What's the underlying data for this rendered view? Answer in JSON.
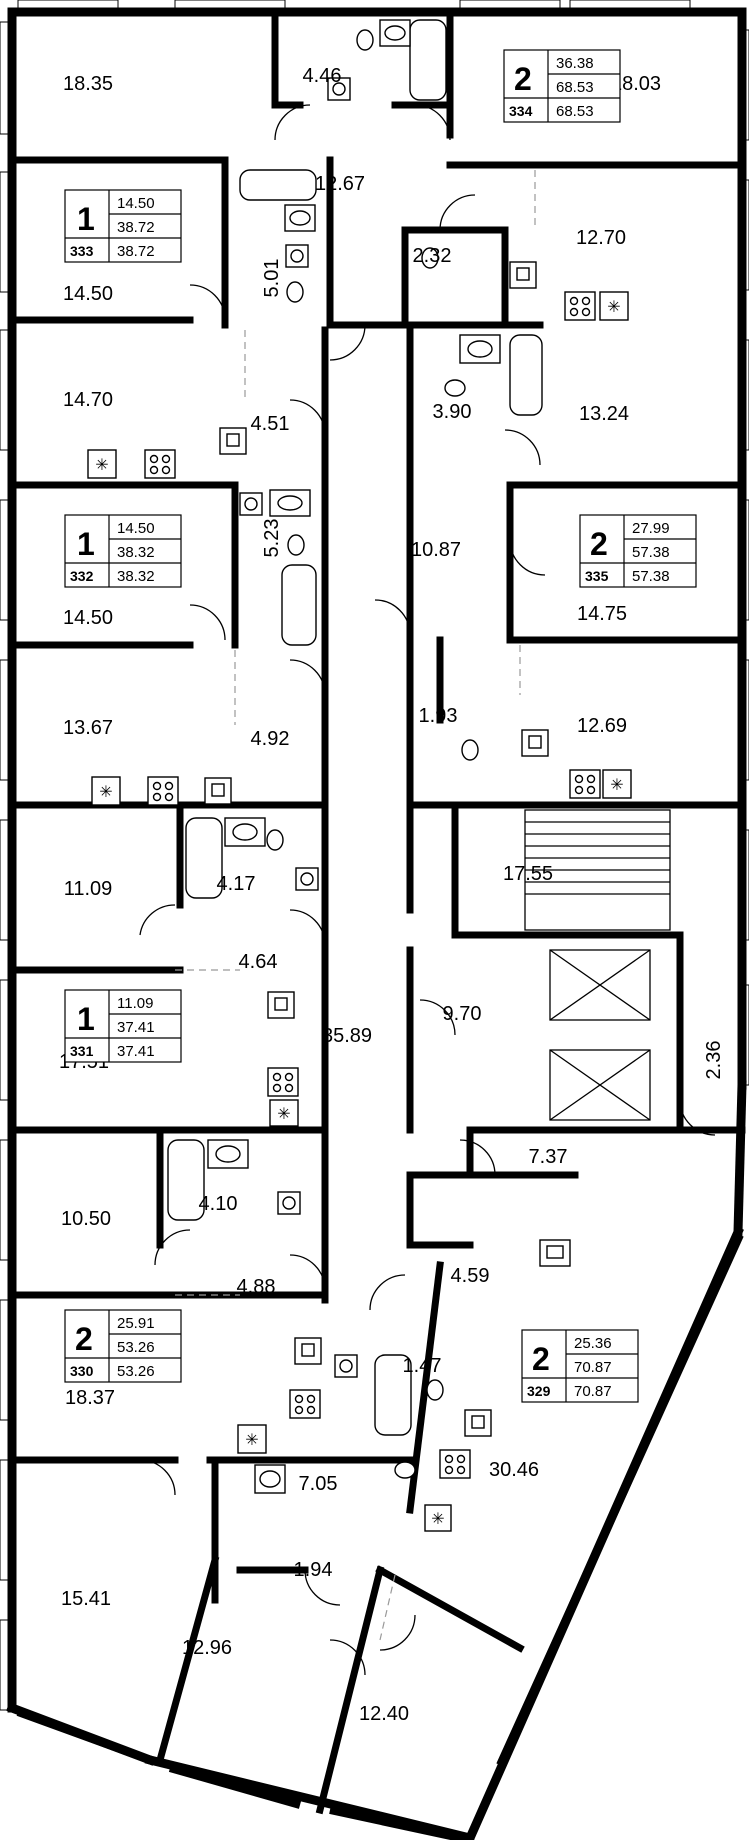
{
  "rooms": [
    {
      "id": "r1",
      "area": "18.35"
    },
    {
      "id": "r2",
      "area": "4.46"
    },
    {
      "id": "r3",
      "area": "18.03"
    },
    {
      "id": "r4",
      "area": "12.67"
    },
    {
      "id": "r5",
      "area": "14.50"
    },
    {
      "id": "r6",
      "area": "5.01"
    },
    {
      "id": "r7",
      "area": "2.32"
    },
    {
      "id": "r8",
      "area": "12.70"
    },
    {
      "id": "r9",
      "area": "14.70"
    },
    {
      "id": "r10",
      "area": "4.51"
    },
    {
      "id": "r11",
      "area": "3.90"
    },
    {
      "id": "r12",
      "area": "13.24"
    },
    {
      "id": "r13",
      "area": "10.87"
    },
    {
      "id": "r14",
      "area": "14.50"
    },
    {
      "id": "r15",
      "area": "5.23"
    },
    {
      "id": "r16",
      "area": "14.75"
    },
    {
      "id": "r17",
      "area": "13.67"
    },
    {
      "id": "r18",
      "area": "4.92"
    },
    {
      "id": "r19",
      "area": "1.93"
    },
    {
      "id": "r20",
      "area": "12.69"
    },
    {
      "id": "r21",
      "area": "11.09"
    },
    {
      "id": "r22",
      "area": "4.17"
    },
    {
      "id": "r23",
      "area": "17.55"
    },
    {
      "id": "r24",
      "area": "4.64"
    },
    {
      "id": "r25",
      "area": "35.89"
    },
    {
      "id": "r26",
      "area": "9.70"
    },
    {
      "id": "r27",
      "area": "2.36"
    },
    {
      "id": "r28",
      "area": "17.51"
    },
    {
      "id": "r29",
      "area": "7.37"
    },
    {
      "id": "r30",
      "area": "10.50"
    },
    {
      "id": "r31",
      "area": "4.10"
    },
    {
      "id": "r32",
      "area": "4.88"
    },
    {
      "id": "r33",
      "area": "4.59"
    },
    {
      "id": "r34",
      "area": "1.47"
    },
    {
      "id": "r35",
      "area": "18.37"
    },
    {
      "id": "r36",
      "area": "30.46"
    },
    {
      "id": "r37",
      "area": "7.05"
    },
    {
      "id": "r38",
      "area": "15.41"
    },
    {
      "id": "r39",
      "area": "1.94"
    },
    {
      "id": "r40",
      "area": "12.96"
    },
    {
      "id": "r41",
      "area": "12.40"
    }
  ],
  "apartments": [
    {
      "number": "334",
      "rooms": "2",
      "living": "36.38",
      "total": "68.53",
      "total_with_balcony": "68.53"
    },
    {
      "number": "333",
      "rooms": "1",
      "living": "14.50",
      "total": "38.72",
      "total_with_balcony": "38.72"
    },
    {
      "number": "332",
      "rooms": "1",
      "living": "14.50",
      "total": "38.32",
      "total_with_balcony": "38.32"
    },
    {
      "number": "335",
      "rooms": "2",
      "living": "27.99",
      "total": "57.38",
      "total_with_balcony": "57.38"
    },
    {
      "number": "331",
      "rooms": "1",
      "living": "11.09",
      "total": "37.41",
      "total_with_balcony": "37.41"
    },
    {
      "number": "330",
      "rooms": "2",
      "living": "25.91",
      "total": "53.26",
      "total_with_balcony": "53.26"
    },
    {
      "number": "329",
      "rooms": "2",
      "living": "25.36",
      "total": "70.87",
      "total_with_balcony": "70.87"
    }
  ]
}
